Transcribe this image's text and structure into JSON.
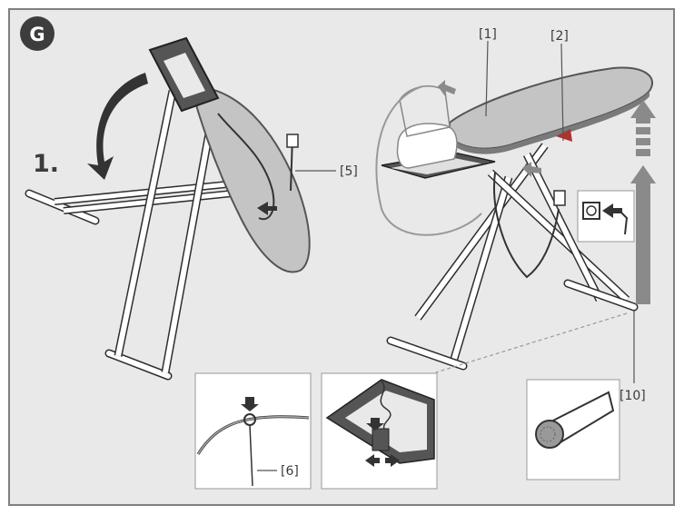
{
  "figure": {
    "section_badge": "G",
    "step_label": "1.",
    "callouts": {
      "board": "[1]",
      "tab": "[2]",
      "cord_holder": "[5]",
      "cord_clip": "[6]",
      "leg_cap": "[10]"
    }
  },
  "colors": {
    "panel_background": "#e9e9e9",
    "frame_border": "#808080",
    "board_fill": "#c4c4c4",
    "board_edge": "#7a7a7a",
    "rest_fill": "#555555",
    "leg_stroke": "#2e2e2e",
    "arrow_fill": "#8a8a8a",
    "badge_fill": "#3d3d3d"
  },
  "icons": [
    "rotate-arrow-icon",
    "push-arrow-icon",
    "up-arrow-icon",
    "power-plug-icon",
    "wall-socket-icon",
    "slide-arrows-icon"
  ]
}
